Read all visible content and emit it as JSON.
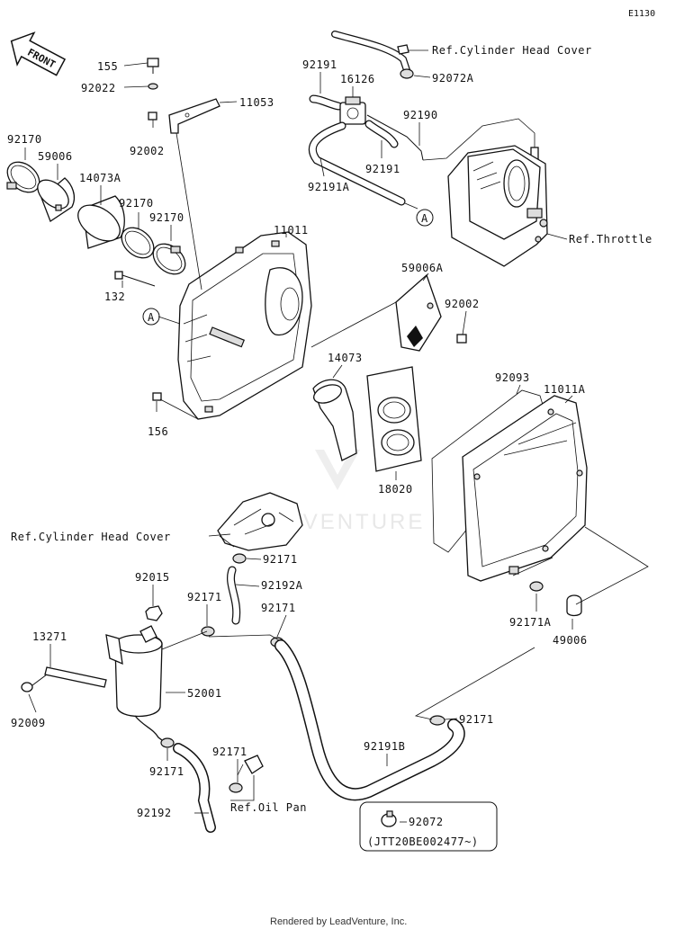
{
  "diagram_id": "E1130",
  "front_label": "FRONT",
  "watermark": "LEADVENTURE",
  "footer": "Rendered by LeadVenture, Inc.",
  "callout_a": "A",
  "callout_a2": "A",
  "labels": {
    "p155": "155",
    "p92022": "92022",
    "p11053": "11053",
    "p92002a": "92002",
    "p92170a": "92170",
    "p59006": "59006",
    "p14073a": "14073A",
    "p92170b": "92170",
    "p92170c": "92170",
    "p11011": "11011",
    "p132": "132",
    "p156": "156",
    "p92191a_top": "92191",
    "p16126": "16126",
    "p92190": "92190",
    "p92191b_top": "92191",
    "p92191A": "92191A",
    "p92072A": "92072A",
    "ref_chc1": "Ref.Cylinder Head Cover",
    "ref_throttle": "Ref.Throttle",
    "p59006A": "59006A",
    "p92002b": "92002",
    "p14073": "14073",
    "p18020": "18020",
    "p92093": "92093",
    "p11011A": "11011A",
    "ref_chc2": "Ref.Cylinder Head Cover",
    "p92171a": "92171",
    "p92192A": "92192A",
    "p92015": "92015",
    "p92171b": "92171",
    "p92171c": "92171",
    "p13271": "13271",
    "p52001": "52001",
    "p92009": "92009",
    "p92171A": "92171A",
    "p49006": "49006",
    "p92171d": "92171",
    "p92191B": "92191B",
    "p92171e": "92171",
    "p92171f": "92171",
    "p92192": "92192",
    "ref_oilpan": "Ref.Oil Pan",
    "p92072": "92072",
    "serial_note": "(JTT20BE002477~)"
  }
}
